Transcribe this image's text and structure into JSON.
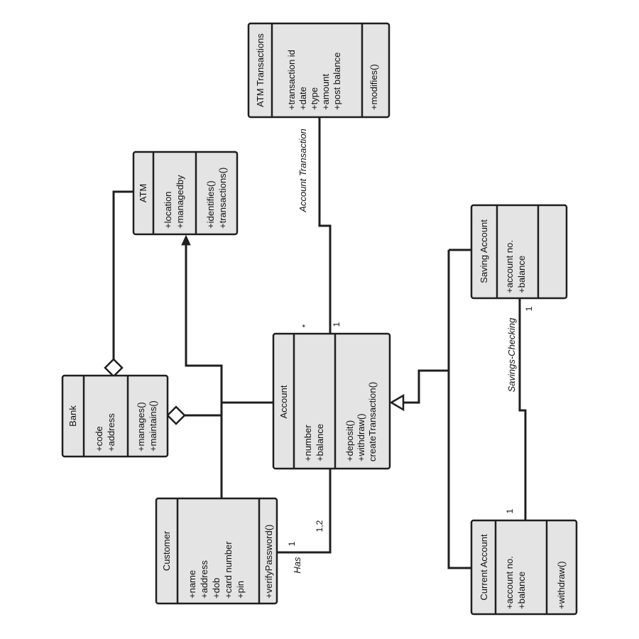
{
  "classes": {
    "atm_transactions": {
      "name": "ATM Transactions",
      "attributes": [
        "+transaction id",
        "+date",
        "+type",
        "+amount",
        "+post balance"
      ],
      "operations": [
        "+modifies()"
      ]
    },
    "atm": {
      "name": "ATM",
      "attributes": [
        "+location",
        "+managedby"
      ],
      "operations": [
        "+identifies()",
        "+transactions()"
      ]
    },
    "bank": {
      "name": "Bank",
      "attributes": [
        "+code",
        "+address"
      ],
      "operations": [
        "+manages()",
        "+maintains()"
      ]
    },
    "account": {
      "name": "Account",
      "attributes": [
        "+number",
        "+balance"
      ],
      "operations": [
        "+deposit()",
        "+withdraw()",
        "createTransaction()"
      ]
    },
    "customer": {
      "name": "Customer",
      "attributes": [
        "+name",
        "+address",
        "+dob",
        "+card number",
        "+pin"
      ],
      "operations": [
        "+verifyPassword()"
      ]
    },
    "saving_account": {
      "name": "Saving Account",
      "attributes": [
        "+account no.",
        "+balance"
      ],
      "operations": []
    },
    "current_account": {
      "name": "Current Account",
      "attributes": [
        "+account no.",
        "+balance"
      ],
      "operations": [
        "+withdraw()"
      ]
    }
  },
  "associations": {
    "account_transaction": "Account Transaction",
    "savings_checking": "Savings-Checking",
    "has": "Has"
  },
  "multiplicities": {
    "account_star": "*",
    "account_one_top": "1",
    "saving_one": "1",
    "current_one": "1",
    "account_one_two": "1,2",
    "customer_one": "1"
  }
}
